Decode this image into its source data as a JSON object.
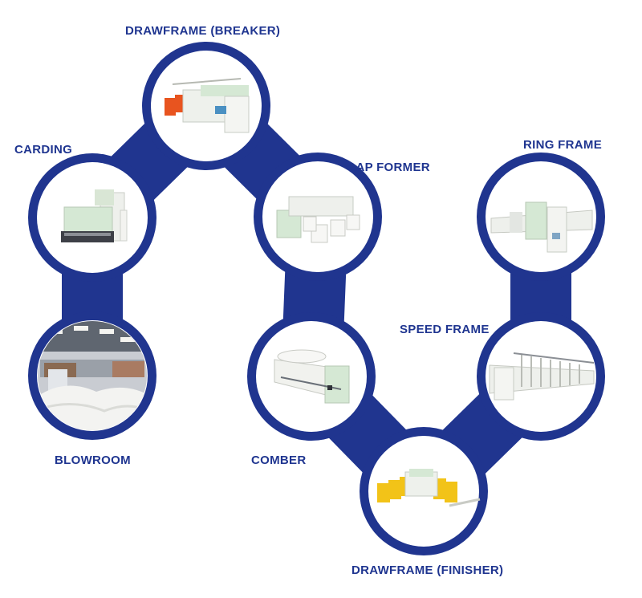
{
  "colors": {
    "chain": "#20358f",
    "photo_bg": "#ffffff",
    "label": "#1f3590",
    "machine_green": "#d5e8d4",
    "machine_white": "#f1f2ee",
    "accent_orange": "#e8541f",
    "accent_yellow": "#f2c318"
  },
  "stages": [
    {
      "id": "blowroom",
      "label": "BLOWROOM",
      "icon": "blowroom-photo-icon"
    },
    {
      "id": "carding",
      "label": "CARDING",
      "icon": "carding-machine-icon"
    },
    {
      "id": "drawframe-breaker",
      "label": "DRAWFRAME (BREAKER)",
      "icon": "drawframe-breaker-machine-icon"
    },
    {
      "id": "lap-former",
      "label": "LAP FORMER",
      "icon": "lap-former-machine-icon"
    },
    {
      "id": "comber",
      "label": "COMBER",
      "icon": "comber-machine-icon"
    },
    {
      "id": "drawframe-finisher",
      "label": "DRAWFRAME (FINISHER)",
      "icon": "drawframe-finisher-machine-icon"
    },
    {
      "id": "speed-frame",
      "label": "SPEED FRAME",
      "icon": "speed-frame-machine-icon"
    },
    {
      "id": "ring-frame",
      "label": "RING FRAME",
      "icon": "ring-frame-machine-icon"
    }
  ]
}
